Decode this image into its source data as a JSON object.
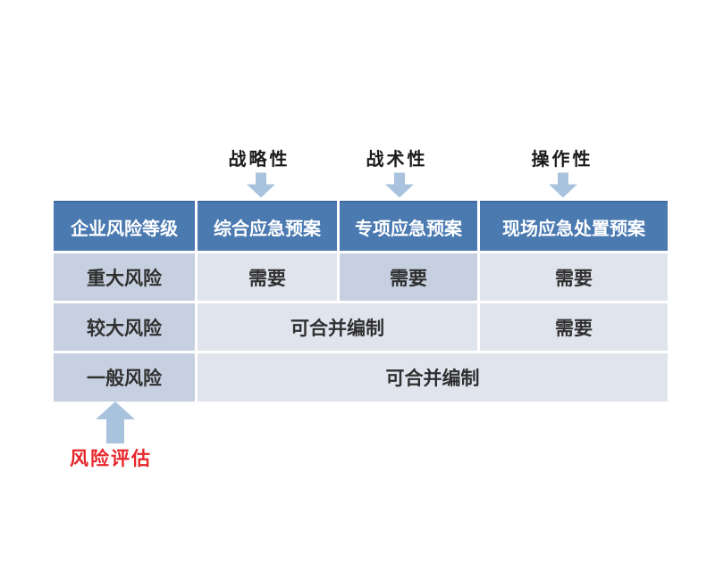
{
  "top_labels": {
    "strategic": "战略性",
    "tactical": "战术性",
    "operational": "操作性"
  },
  "table": {
    "headers": [
      "企业风险等级",
      "综合应急预案",
      "专项应急预案",
      "现场应急处置预案"
    ],
    "row1": {
      "level": "重大风险",
      "comprehensive": "需要",
      "special": "需要",
      "onsite": "需要"
    },
    "row2": {
      "level": "较大风险",
      "merged": "可合并编制",
      "onsite": "需要"
    },
    "row3": {
      "level": "一般风险",
      "merged": "可合并编制"
    }
  },
  "annotation": {
    "label": "风险评估"
  },
  "icons": {
    "down_arrow": "down-arrow-icon",
    "up_arrow": "up-arrow-icon"
  },
  "colors": {
    "page_bg": "#ffffff",
    "header_bg": "#4b7ab1",
    "header_top_edge": "#3e6a9e",
    "header_text": "#ffffff",
    "cell_dark": "#c7d0e0",
    "cell_light": "#e0e4ed",
    "arrow_fill": "#a9c2dd",
    "body_text": "#303030",
    "label_text": "#1b1b1b",
    "annotation_red": "#e8262b"
  }
}
